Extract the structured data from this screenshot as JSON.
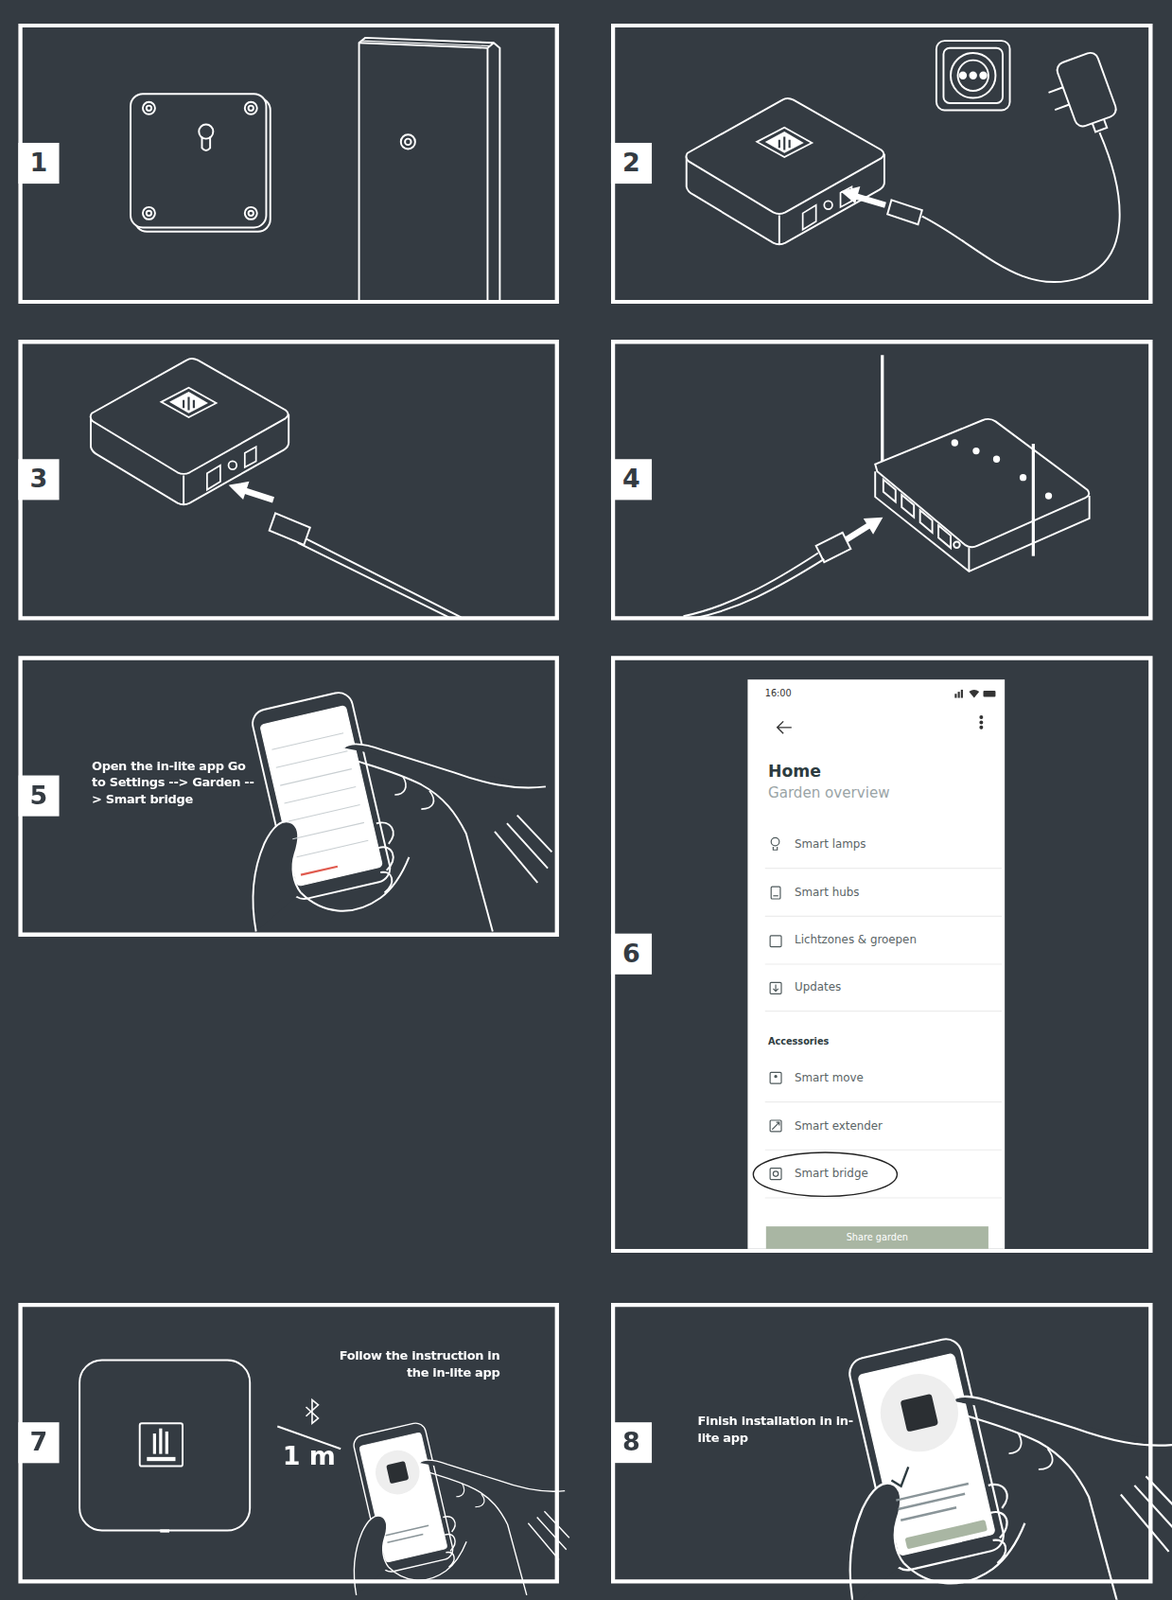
{
  "diagram": {
    "nodes": [
      {
        "text": []
      },
      {
        "text": [
          "1"
        ],
        "in": 0
      },
      {
        "text": []
      },
      {
        "text": [
          "2"
        ],
        "in": 2
      },
      {
        "text": []
      },
      {
        "text": [
          "3"
        ],
        "in": 4
      },
      {
        "text": []
      },
      {
        "text": [
          "4"
        ],
        "in": 6
      },
      {
        "text": [
          "Open the in-lite app Go to Settings --> Garden --> Smart bridge"
        ]
      },
      {
        "text": [
          "5"
        ],
        "in": 8
      },
      {
        "text": []
      },
      {
        "text": [
          "6"
        ],
        "in": 10
      },
      {
        "text": [
          "16:00",
          "Home",
          "Garden overview",
          "Smart lamps",
          "Smart hubs",
          "Lichtzones & groepen",
          "Updates",
          "Accessories",
          "Smart move",
          "Smart extender"
        ],
        "in": 10
      },
      {
        "text": [
          "Smart bridge"
        ],
        "in": 12
      },
      {
        "text": [
          "Share garden"
        ],
        "in": 12
      },
      {
        "text": [
          "Follow the instruction in the in-lite app"
        ]
      },
      {
        "text": [
          "7"
        ],
        "in": 15
      },
      {
        "text": [
          "Finish installation in in-lite app"
        ]
      },
      {
        "text": [
          "8"
        ],
        "in": 17
      }
    ],
    "labels": [
      "1 m"
    ]
  }
}
